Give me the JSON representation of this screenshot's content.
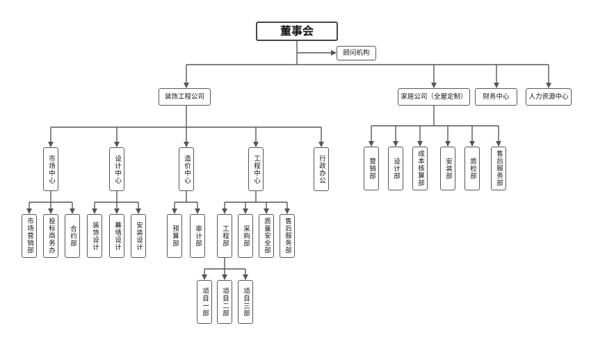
{
  "chart_title": "董事会",
  "advisory": "顾问机构",
  "level1": {
    "decoration_company": "装饰工程公司",
    "home_company": "家居公司（全屋定制）",
    "finance_center": "财务中心",
    "hr_center": "人力资源中心"
  },
  "decoration": {
    "market_center": "市场中心",
    "design_center": "设计中心",
    "cost_center": "造价中心",
    "engineering_center": "工程中心",
    "admin_office": "行政办公"
  },
  "market": {
    "marketing_dept": "市场营销部",
    "investment_office": "投标商务办",
    "contract_dept": "合约部"
  },
  "design": {
    "decoration_design": "装饰设计",
    "curtain_wall_design": "幕墙设计",
    "installation_design": "安装设计"
  },
  "cost": {
    "budget_dept": "预算部",
    "audit_dept": "审计部"
  },
  "engineering": {
    "engineering_dept": "工程部",
    "purchasing_dept": "采购部",
    "quality_safety_dept": "质量安全部",
    "after_sales_dept": "售后服务部"
  },
  "projects": {
    "project_1": "项目一部",
    "project_2": "项目二部",
    "project_3": "项目三部"
  },
  "home": {
    "sales_dept": "营销部",
    "design_dept": "设计部",
    "cost_accounting_dept": "成本核算部",
    "installation_dept": "安装部",
    "quality_check_dept": "质检部",
    "after_sales_dept": "售后服务部"
  }
}
